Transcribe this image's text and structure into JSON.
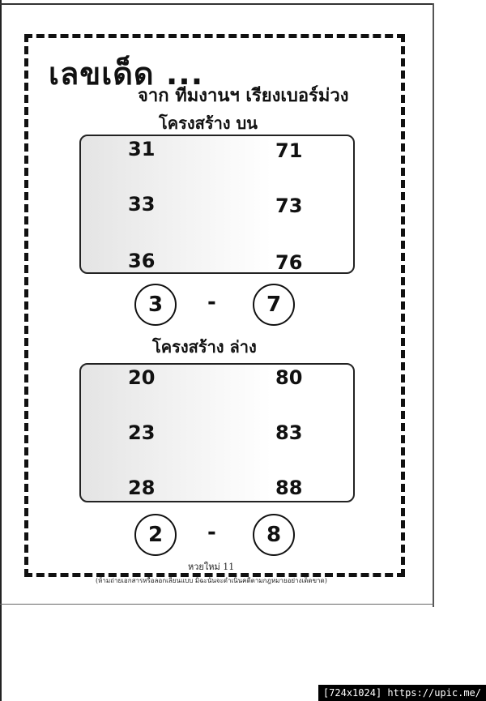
{
  "header": {
    "title": "เลขเด็ด ...",
    "subtitle": "จาก ทีมงานฯ เรียงเบอร์ม่วง"
  },
  "sections": [
    {
      "title": "โครงสร้าง บน",
      "numbers": [
        "31",
        "71",
        "33",
        "73",
        "36",
        "76"
      ],
      "circles": [
        "3",
        "7"
      ],
      "separator": "-"
    },
    {
      "title": "โครงสร้าง ล่าง",
      "numbers": [
        "20",
        "80",
        "23",
        "83",
        "28",
        "88"
      ],
      "circles": [
        "2",
        "8"
      ],
      "separator": "-"
    }
  ],
  "footer": {
    "title": "หวยใหม่ 11",
    "note": "(ห้ามถ่ายเอกสารหรือลอกเลียนแบบ มิฉะนั้นจะดำเนินคดีตามกฎหมายอย่างเด็ดขาด)"
  },
  "watermark": "[724x1024] https://upic.me/"
}
